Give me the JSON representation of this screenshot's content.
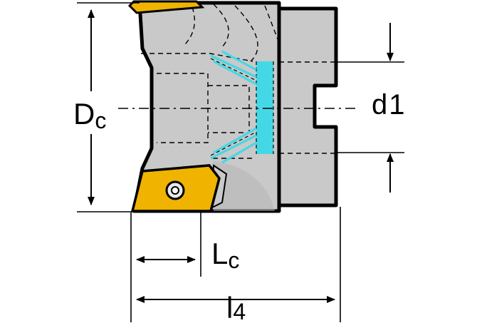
{
  "diagram": {
    "colors": {
      "body": "#c9c9c9",
      "body_dark": "#b5b5b5",
      "insert": "#f0b400",
      "coolant": "#44d8e6",
      "line": "#000000"
    },
    "labels": {
      "dc_main": "D",
      "dc_sub": "c",
      "d1_main": "d",
      "d1_sub": "1",
      "lc_main": "L",
      "lc_sub": "c",
      "l4_main": "l",
      "l4_sub": "4"
    }
  }
}
